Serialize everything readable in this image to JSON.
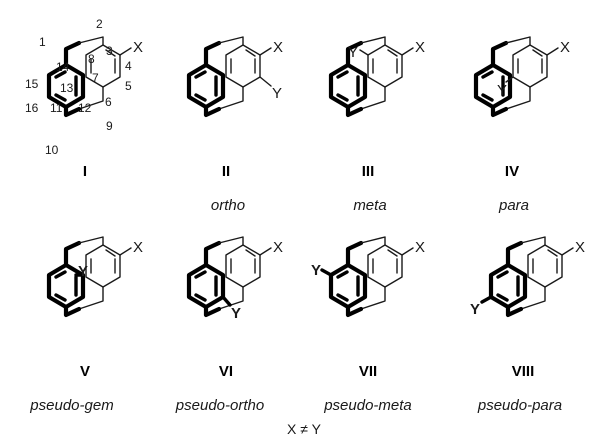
{
  "diagram": {
    "substituent_x": "X",
    "substituent_y": "Y",
    "atom_numbers": [
      "1",
      "2",
      "3",
      "4",
      "5",
      "6",
      "7",
      "8",
      "9",
      "10",
      "11",
      "12",
      "13",
      "14",
      "15",
      "16"
    ],
    "structures": [
      {
        "numeral": "I",
        "caption": ""
      },
      {
        "numeral": "II",
        "caption": "ortho"
      },
      {
        "numeral": "III",
        "caption": "meta"
      },
      {
        "numeral": "IV",
        "caption": "para"
      },
      {
        "numeral": "V",
        "caption": "pseudo-gem"
      },
      {
        "numeral": "VI",
        "caption": "pseudo-ortho"
      },
      {
        "numeral": "VII",
        "caption": "pseudo-meta"
      },
      {
        "numeral": "VIII",
        "caption": "pseudo-para"
      }
    ],
    "footnote": "X ≠ Y"
  }
}
